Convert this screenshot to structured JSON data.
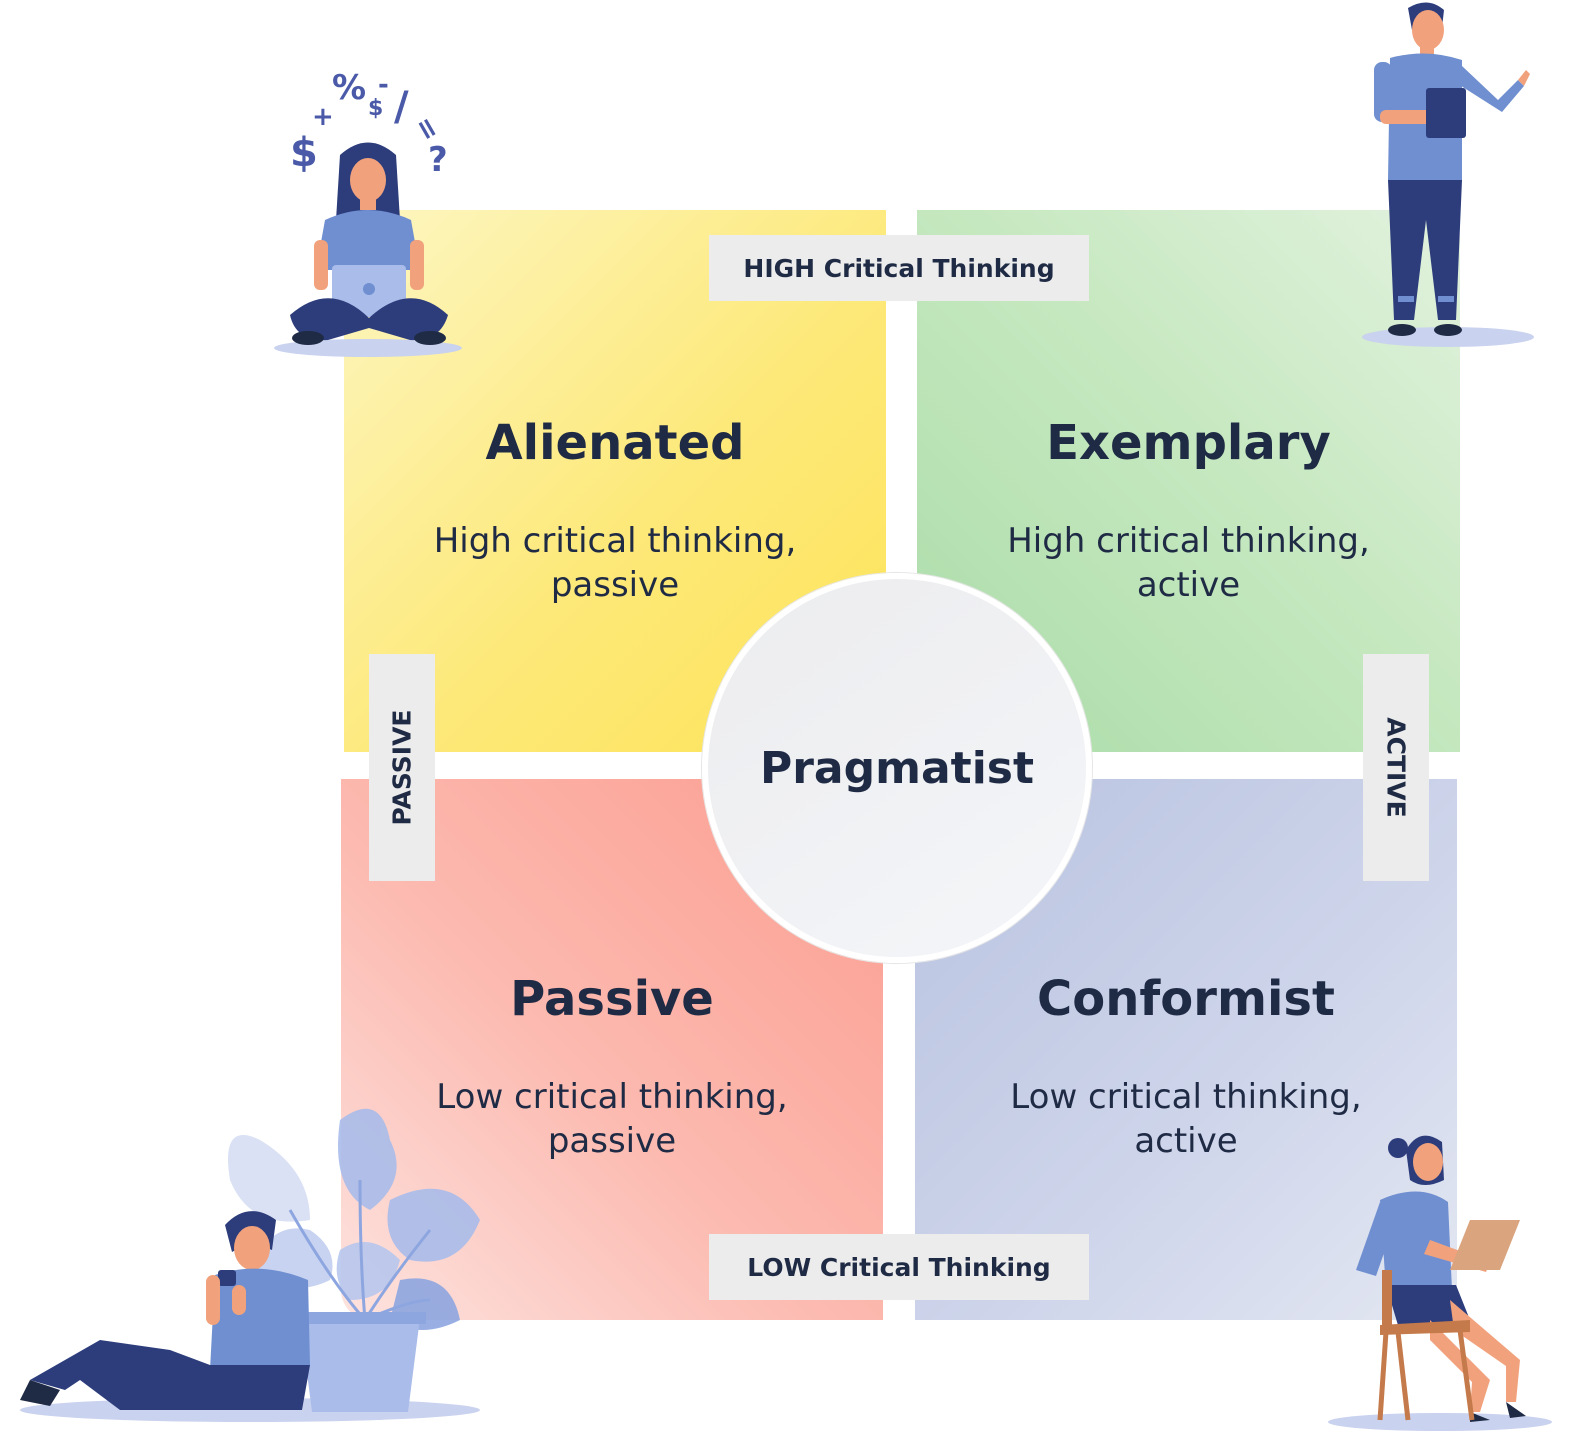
{
  "quadrants": {
    "top_left": {
      "title": "Alienated",
      "desc_line1": "High critical thinking,",
      "desc_line2": "passive",
      "color": "#fde97a"
    },
    "top_right": {
      "title": "Exemplary",
      "desc_line1": "High critical thinking,",
      "desc_line2": "active",
      "color": "#c6e8c0"
    },
    "bottom_left": {
      "title": "Passive",
      "desc_line1": "Low critical thinking,",
      "desc_line2": "passive",
      "color": "#fcbab0"
    },
    "bottom_right": {
      "title": "Conformist",
      "desc_line1": "Low critical thinking,",
      "desc_line2": "active",
      "color": "#cdd4ea"
    }
  },
  "center": {
    "label": "Pragmatist"
  },
  "axes": {
    "top": "HIGH Critical Thinking",
    "bottom": "LOW Critical Thinking",
    "left": "PASSIVE",
    "right": "ACTIVE"
  },
  "illustration_glyphs": [
    "$",
    "+",
    "%",
    "-",
    "$",
    "/",
    "=",
    "?"
  ],
  "colors": {
    "text": "#1f2a44",
    "figure_blue": "#6f8fd0",
    "figure_navy": "#2d3d7c",
    "skin": "#f1a27c",
    "shadow": "#c9d2ee"
  }
}
